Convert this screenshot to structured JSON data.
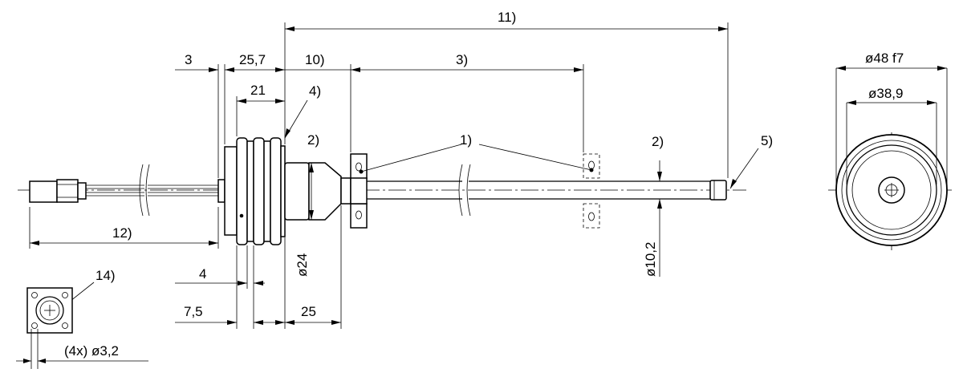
{
  "dimensions": {
    "d3": "3",
    "d25_7": "25,7",
    "d10": "10)",
    "d3b": "3)",
    "d11": "11)",
    "d21": "21",
    "d4label": "4)",
    "d2a": "2)",
    "d1": "1)",
    "d2b": "2)",
    "d5": "5)",
    "d12": "12)",
    "d4": "4",
    "d7_5": "7,5",
    "d25": "25",
    "d24": "ø24",
    "d10_2": "ø10,2",
    "d48": "ø48 f7",
    "d38_9": "ø38,9",
    "d14": "14)",
    "d4x": "(4x) ø3,2"
  }
}
